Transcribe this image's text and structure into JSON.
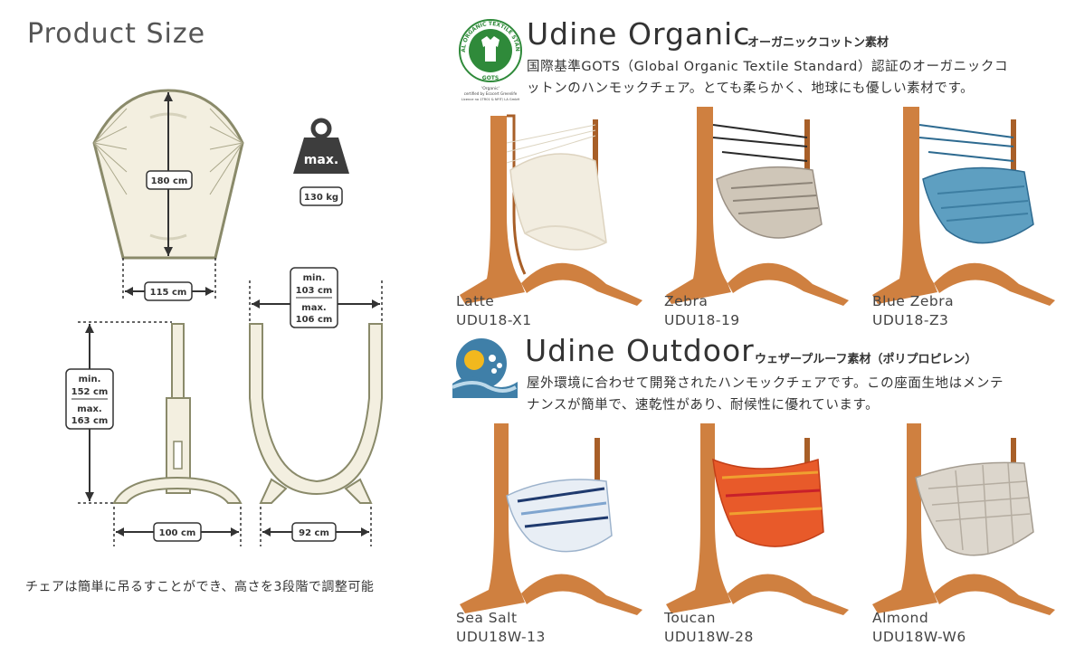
{
  "product_size": {
    "title": "Product Size",
    "dims": {
      "length": "180 cm",
      "seat_width": "115 cm",
      "max_load_word": "max.",
      "max_load": "130 kg",
      "stand_width_min_word": "min.",
      "stand_width_min": "103 cm",
      "stand_width_max_word": "max.",
      "stand_width_max": "106 cm",
      "height_min_word": "min.",
      "height_min": "152 cm",
      "height_max_word": "max.",
      "height_max": "163 cm",
      "base_length": "100 cm",
      "base_width": "92 cm"
    },
    "note": "チェアは簡単に吊るすことができ、高さを3段階で調整可能"
  },
  "organic": {
    "badge_ring_text": "GLOBAL ORGANIC TEXTILE STANDARD",
    "badge_word": "GOTS",
    "badge_caption_1": "'Organic'",
    "badge_caption_2": "certified by Ecocert Greenlife",
    "badge_caption_3": "Licence no 1TR01 & NFIT/ LA GmbH",
    "title": "Udine Organic",
    "subtitle": "オーガニックコットン素材",
    "desc_1": "国際基準GOTS（Global Organic Textile Standard）認証のオーガニックコ",
    "desc_2": "ットンのハンモックチェア。とても柔らかく、地球にも優しい素材です。",
    "products": [
      {
        "name": "Latte",
        "code": "UDU18-X1"
      },
      {
        "name": "Zebra",
        "code": "UDU18-19"
      },
      {
        "name": "Blue Zebra",
        "code": "UDU18-Z3"
      }
    ]
  },
  "outdoor": {
    "title": "Udine Outdoor",
    "subtitle": "ウェザープルーフ素材（ポリプロピレン）",
    "desc_1": "屋外環境に合わせて開発されたハンモックチェアです。この座面生地はメンテ",
    "desc_2": "ナンスが簡単で、速乾性があり、耐候性に優れています。",
    "products": [
      {
        "name": "Sea Salt",
        "code": "UDU18W-13"
      },
      {
        "name": "Toucan",
        "code": "UDU18W-28"
      },
      {
        "name": "Almond",
        "code": "UDU18W-W6"
      }
    ]
  },
  "colors": {
    "wood": "#cf8040",
    "wood_dark": "#a85f28",
    "diagram_fill": "#f3efe0",
    "diagram_line": "#8a8a6a"
  }
}
